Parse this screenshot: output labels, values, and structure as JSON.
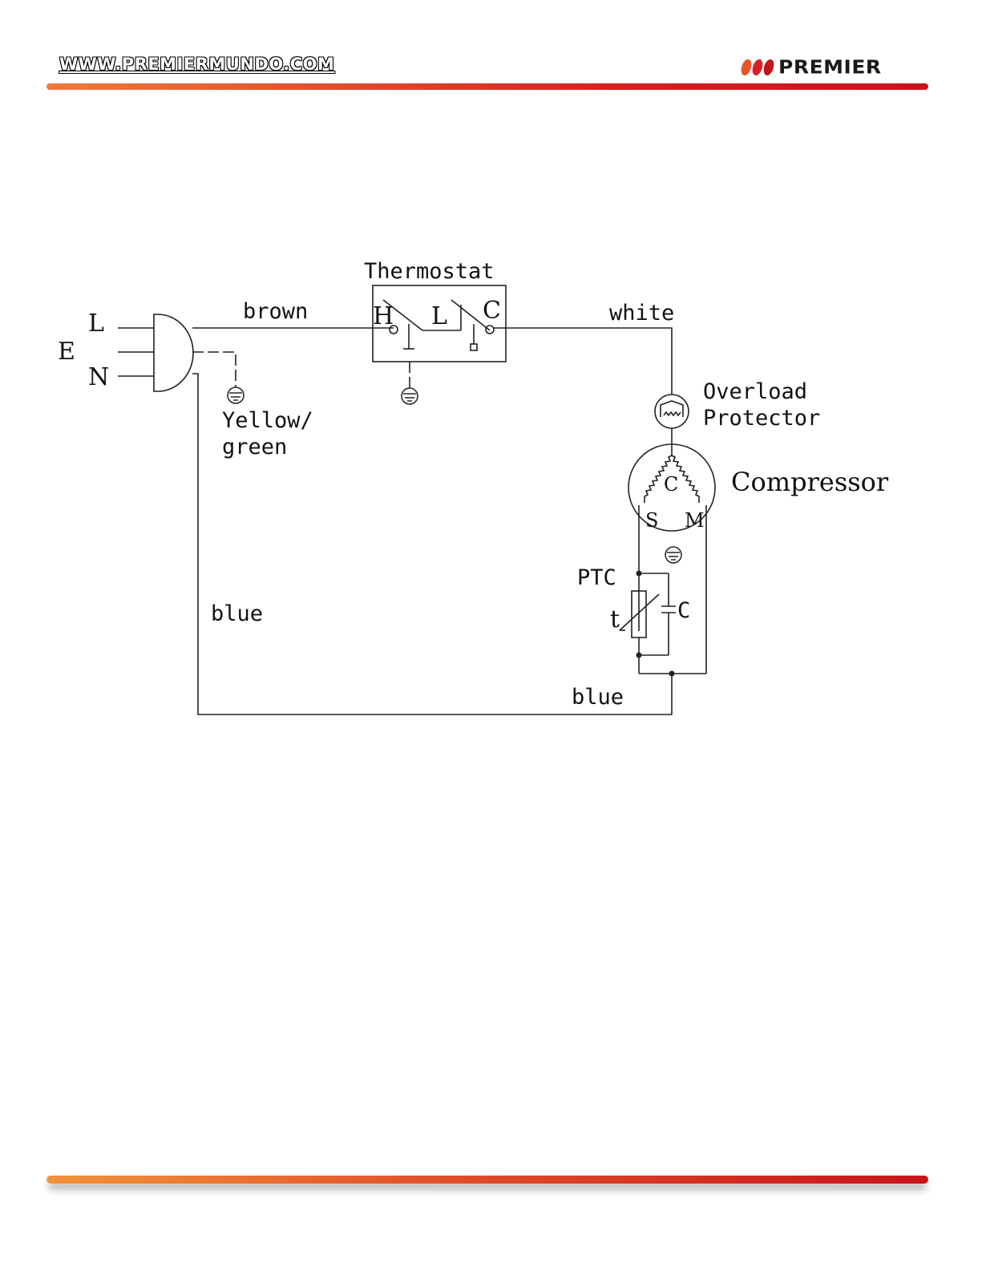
{
  "header": {
    "website": "WWW.PREMIERMUNDO.COM",
    "brand": "PREMIER",
    "brand_colors": [
      "#e8542a",
      "#d71f26",
      "#c3151c"
    ]
  },
  "diagram": {
    "plug": {
      "live": "L",
      "earth": "E",
      "neutral": "N"
    },
    "ground_wire": {
      "line1": "Yellow/",
      "line2": "green"
    },
    "wires": {
      "live": "brown",
      "thermostat_out": "white",
      "neutral_left": "blue",
      "neutral_bottom": "blue"
    },
    "thermostat": {
      "title": "Thermostat",
      "contact_h": "H",
      "contact_l": "L",
      "contact_c": "C"
    },
    "overload": {
      "line1": "Overload",
      "line2": "Protector"
    },
    "compressor": {
      "title": "Compressor",
      "common": "C",
      "start": "S",
      "main": "M"
    },
    "ptc": {
      "label": "PTC",
      "thermal_symbol": "t",
      "capacitor": "C"
    }
  }
}
